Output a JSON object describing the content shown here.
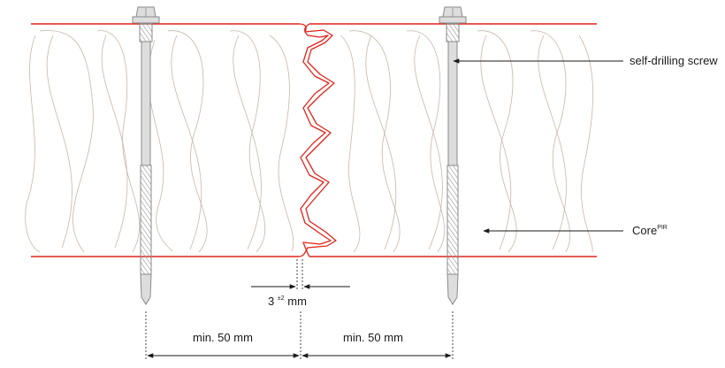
{
  "labels": {
    "screw": "self-drilling screw",
    "core": "Core",
    "core_sup": "PIR",
    "gap_base": "3",
    "gap_sup": "±2",
    "gap_unit": "mm",
    "dist_left": "min. 50 mm",
    "dist_right": "min. 50 mm"
  },
  "colors": {
    "facing": "#e2231a",
    "core_fibre": "#c9b6a8",
    "screw_fill": "#dddddd",
    "screw_stroke": "#8a8a8a",
    "line": "#1a1a1a"
  }
}
